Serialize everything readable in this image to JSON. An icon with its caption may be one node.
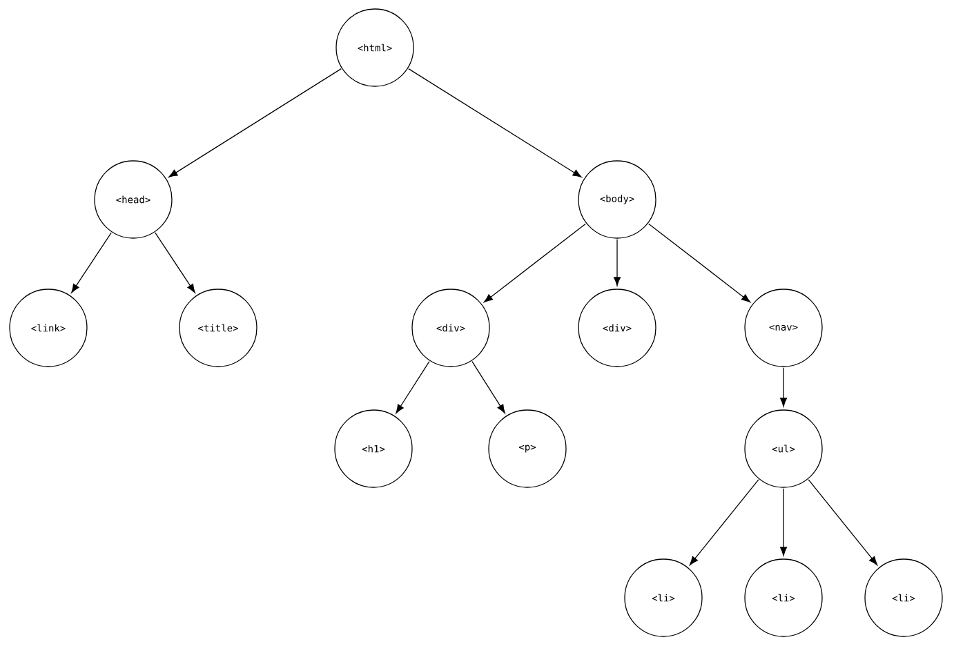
{
  "diagram": {
    "nodes": [
      {
        "text": [
          "<html>"
        ]
      },
      {
        "text": [
          "<head>"
        ]
      },
      {
        "text": [
          "<body>"
        ]
      },
      {
        "text": [
          "<link>"
        ]
      },
      {
        "text": [
          "<title>"
        ]
      },
      {
        "text": [
          "<div>"
        ]
      },
      {
        "text": [
          "<div>"
        ]
      },
      {
        "text": [
          "<nav>"
        ]
      },
      {
        "text": [
          "<h1>"
        ]
      },
      {
        "text": [
          "<p>"
        ]
      },
      {
        "text": [
          "<ul>"
        ]
      },
      {
        "text": [
          "<li>"
        ]
      },
      {
        "text": [
          "<li>"
        ]
      },
      {
        "text": [
          "<li>"
        ]
      }
    ],
    "edges": [
      {
        "from": 0,
        "to": 1,
        "arrow": "to"
      },
      {
        "from": 0,
        "to": 2,
        "arrow": "to"
      },
      {
        "from": 1,
        "to": 3,
        "arrow": "to"
      },
      {
        "from": 1,
        "to": 4,
        "arrow": "to"
      },
      {
        "from": 2,
        "to": 5,
        "arrow": "to"
      },
      {
        "from": 2,
        "to": 6,
        "arrow": "to"
      },
      {
        "from": 2,
        "to": 7,
        "arrow": "to"
      },
      {
        "from": 5,
        "to": 8,
        "arrow": "to"
      },
      {
        "from": 5,
        "to": 9,
        "arrow": "to"
      },
      {
        "from": 7,
        "to": 10,
        "arrow": "to"
      },
      {
        "from": 10,
        "to": 11,
        "arrow": "to"
      },
      {
        "from": 10,
        "to": 12,
        "arrow": "to"
      },
      {
        "from": 10,
        "to": 13,
        "arrow": "to"
      }
    ]
  }
}
